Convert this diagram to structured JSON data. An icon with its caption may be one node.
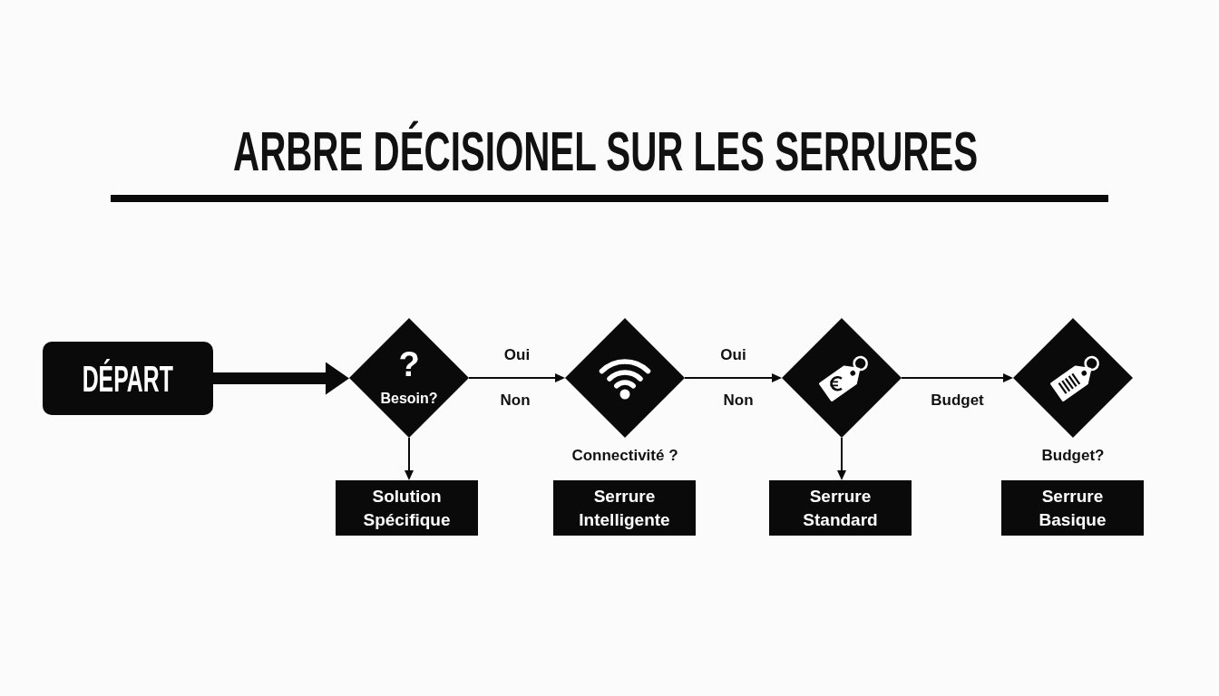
{
  "diagram": {
    "title": "ARBRE DÉCISIONEL SUR LES SERRURES",
    "nodes": [
      {
        "text": [
          "DÉPART"
        ]
      },
      {
        "text": [
          "?",
          "Besoin?"
        ]
      },
      {
        "text": [],
        "shape": "diamond",
        "beside": [
          "Connectivité ?"
        ]
      },
      {
        "text": [],
        "shape": "diamond"
      },
      {
        "text": [],
        "shape": "diamond",
        "beside": [
          "Budget?"
        ]
      },
      {
        "text": [
          "Solution Spécifique"
        ]
      },
      {
        "text": [
          "Serrure Intelligente"
        ]
      },
      {
        "text": [
          "Serrure Standard"
        ]
      },
      {
        "text": [
          "Serrure Basique"
        ]
      }
    ],
    "edges": [
      {
        "from": 0,
        "to": 1,
        "arrow": "to",
        "style": "thick"
      },
      {
        "from": 1,
        "to": 2,
        "arrow": "to",
        "label": "Oui"
      },
      {
        "from": 1,
        "to": 5,
        "arrow": "to"
      },
      {
        "from": 2,
        "to": 3,
        "arrow": "to",
        "label": "Oui"
      },
      {
        "from": 3,
        "to": 4,
        "arrow": "to",
        "label": "Budget"
      },
      {
        "from": 3,
        "to": 7,
        "arrow": "to"
      }
    ],
    "labels": [
      "Non",
      "Non"
    ]
  }
}
